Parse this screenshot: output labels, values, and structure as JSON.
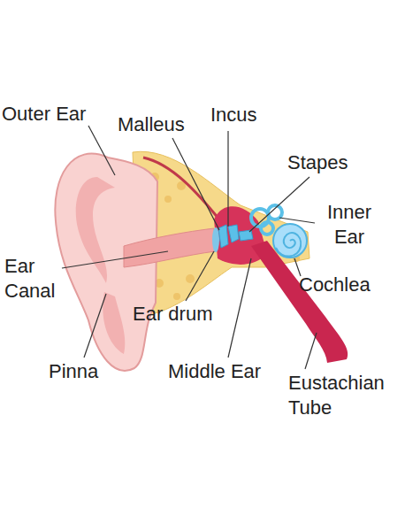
{
  "diagram": {
    "labels": [
      "Outer Ear",
      "Malleus",
      "Incus",
      "Stapes",
      "Inner Ear",
      "Ear Canal",
      "Cochlea",
      "Ear drum",
      "Pinna",
      "Middle Ear",
      "Eustachian Tube"
    ]
  }
}
